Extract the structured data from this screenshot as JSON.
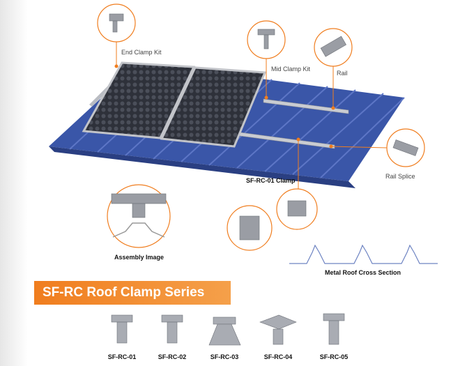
{
  "labels": {
    "end_clamp_kit": "End Clamp Kit",
    "mid_clamp_kit": "Mid Clamp Kit",
    "rail": "Rail",
    "rail_splice": "Rail Splice",
    "clamp": "SF-RC-01 Clamp",
    "assembly_image": "Assembly Image",
    "metal_roof_cross_section": "Metal Roof Cross Section"
  },
  "series_title": "SF-RC Roof Clamp Series",
  "models": [
    "SF-RC-01",
    "SF-RC-02",
    "SF-RC-03",
    "SF-RC-04",
    "SF-RC-05"
  ],
  "colors": {
    "accent": "#f07d1e",
    "roof_blue": "#3a56a8",
    "panel": "#2b2e36",
    "rail": "#b9bcc2"
  }
}
